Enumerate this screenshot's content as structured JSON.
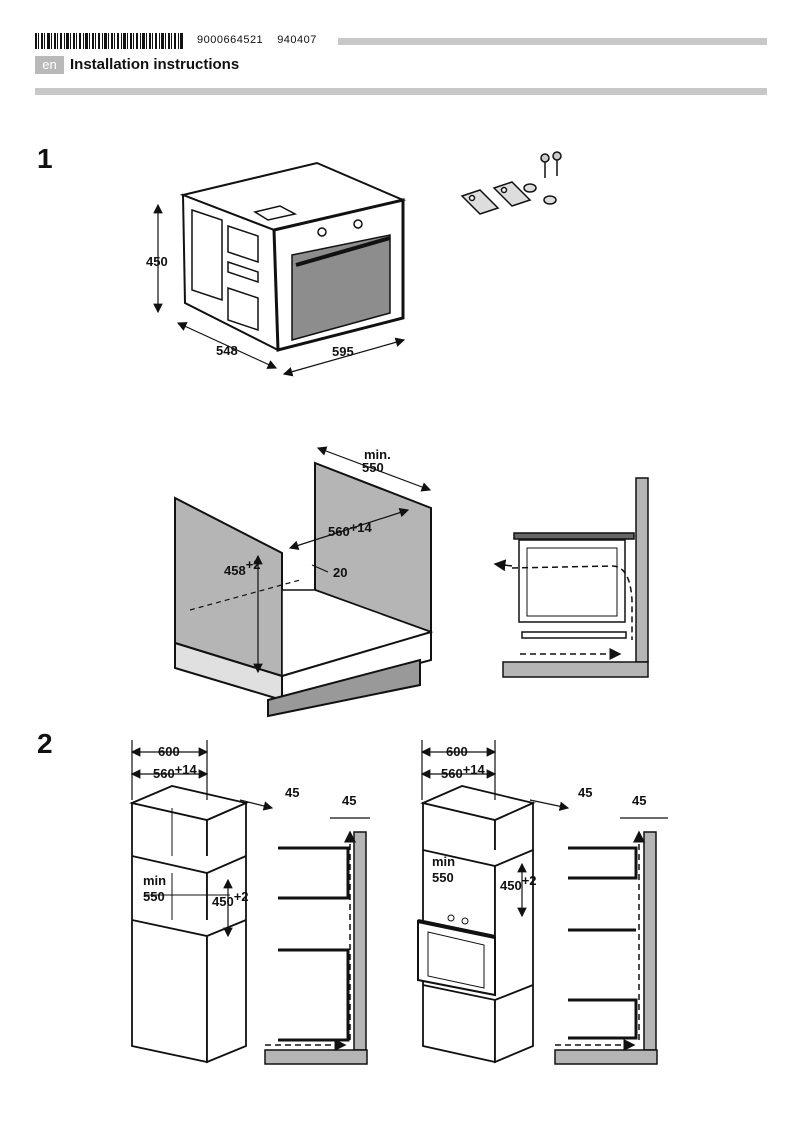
{
  "header": {
    "doc_number": "9000664521",
    "doc_date": "940407",
    "language": "en",
    "title": "Installation instructions"
  },
  "step1": {
    "number": "1",
    "oven_dims": {
      "height": "450",
      "depth": "548",
      "width": "595"
    },
    "niche_dims": {
      "depth_min_label": "min.",
      "depth_min_value": "550",
      "width": "560",
      "width_tol": "+14",
      "height": "458",
      "height_tol": "+2",
      "offset": "20"
    }
  },
  "step2": {
    "number": "2",
    "left_cabinet": {
      "outer_width": "600",
      "inner_width": "560",
      "inner_width_tol": "+14",
      "depth_offset": "45",
      "min_label": "min",
      "min_value": "550",
      "height": "450",
      "height_tol": "+2",
      "side_gap": "45"
    },
    "right_cabinet": {
      "outer_width": "600",
      "inner_width": "560",
      "inner_width_tol": "+14",
      "depth_offset": "45",
      "min_label": "min",
      "min_value": "550",
      "height": "450",
      "height_tol": "+2",
      "side_gap": "45"
    }
  },
  "colors": {
    "bar_grey": "#c8c8c8",
    "panel_grey": "#b5b5b5",
    "line": "#111111"
  }
}
